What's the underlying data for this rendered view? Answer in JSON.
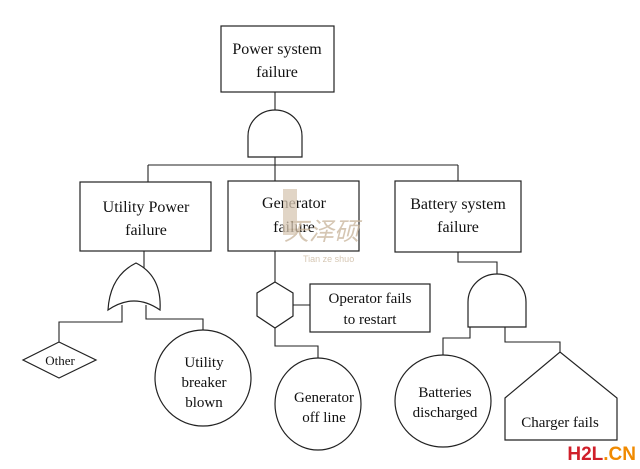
{
  "diagram": {
    "top_event": {
      "line1": "Power system",
      "line2": "failure"
    },
    "utility_failure": {
      "line1": "Utility Power",
      "line2": "failure"
    },
    "generator_failure": {
      "line1": "Generator",
      "line2": "failure"
    },
    "battery_failure": {
      "line1": "Battery system",
      "line2": "failure"
    },
    "other_event": {
      "label": "Other"
    },
    "utility_breaker": {
      "line1": "Utility",
      "line2": "breaker",
      "line3": "blown"
    },
    "operator_condition": {
      "line1": "Operator fails",
      "line2": "to restart"
    },
    "generator_offline": {
      "line1": "Generator",
      "line2": "off line"
    },
    "batteries_discharged": {
      "line1": "Batteries",
      "line2": "discharged"
    },
    "charger_fails": {
      "label": "Charger fails"
    }
  },
  "watermark": {
    "chinese": "天泽硕",
    "pinyin": "Tian ze shuo",
    "color": "#c8b49a"
  },
  "logo": {
    "text_main": "H2L",
    "text_suffix": ".CN",
    "main_color": "#d01f2a",
    "suffix_color": "#f08a00"
  }
}
